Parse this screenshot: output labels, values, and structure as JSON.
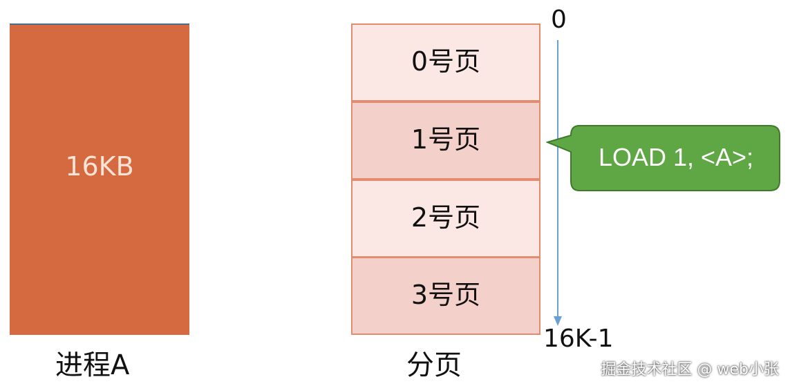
{
  "process": {
    "size_label": "16KB",
    "caption": "进程A",
    "color": "#d56a40"
  },
  "paging": {
    "caption": "分页",
    "pages": [
      {
        "label": "0号页",
        "fill": "#fbe8e4"
      },
      {
        "label": "1号页",
        "fill": "#f4d0ca"
      },
      {
        "label": "2号页",
        "fill": "#fbe8e4"
      },
      {
        "label": "3号页",
        "fill": "#f4d0ca"
      }
    ],
    "border_color": "#e28b6e"
  },
  "address": {
    "start": "0",
    "end": "16K-1",
    "arrow_color": "#6a9fd1"
  },
  "callout": {
    "text": "LOAD 1, <A>;",
    "fill": "#5fa744",
    "stroke": "#3e7a2a"
  },
  "watermark": "掘金技术社区 @ web小张"
}
